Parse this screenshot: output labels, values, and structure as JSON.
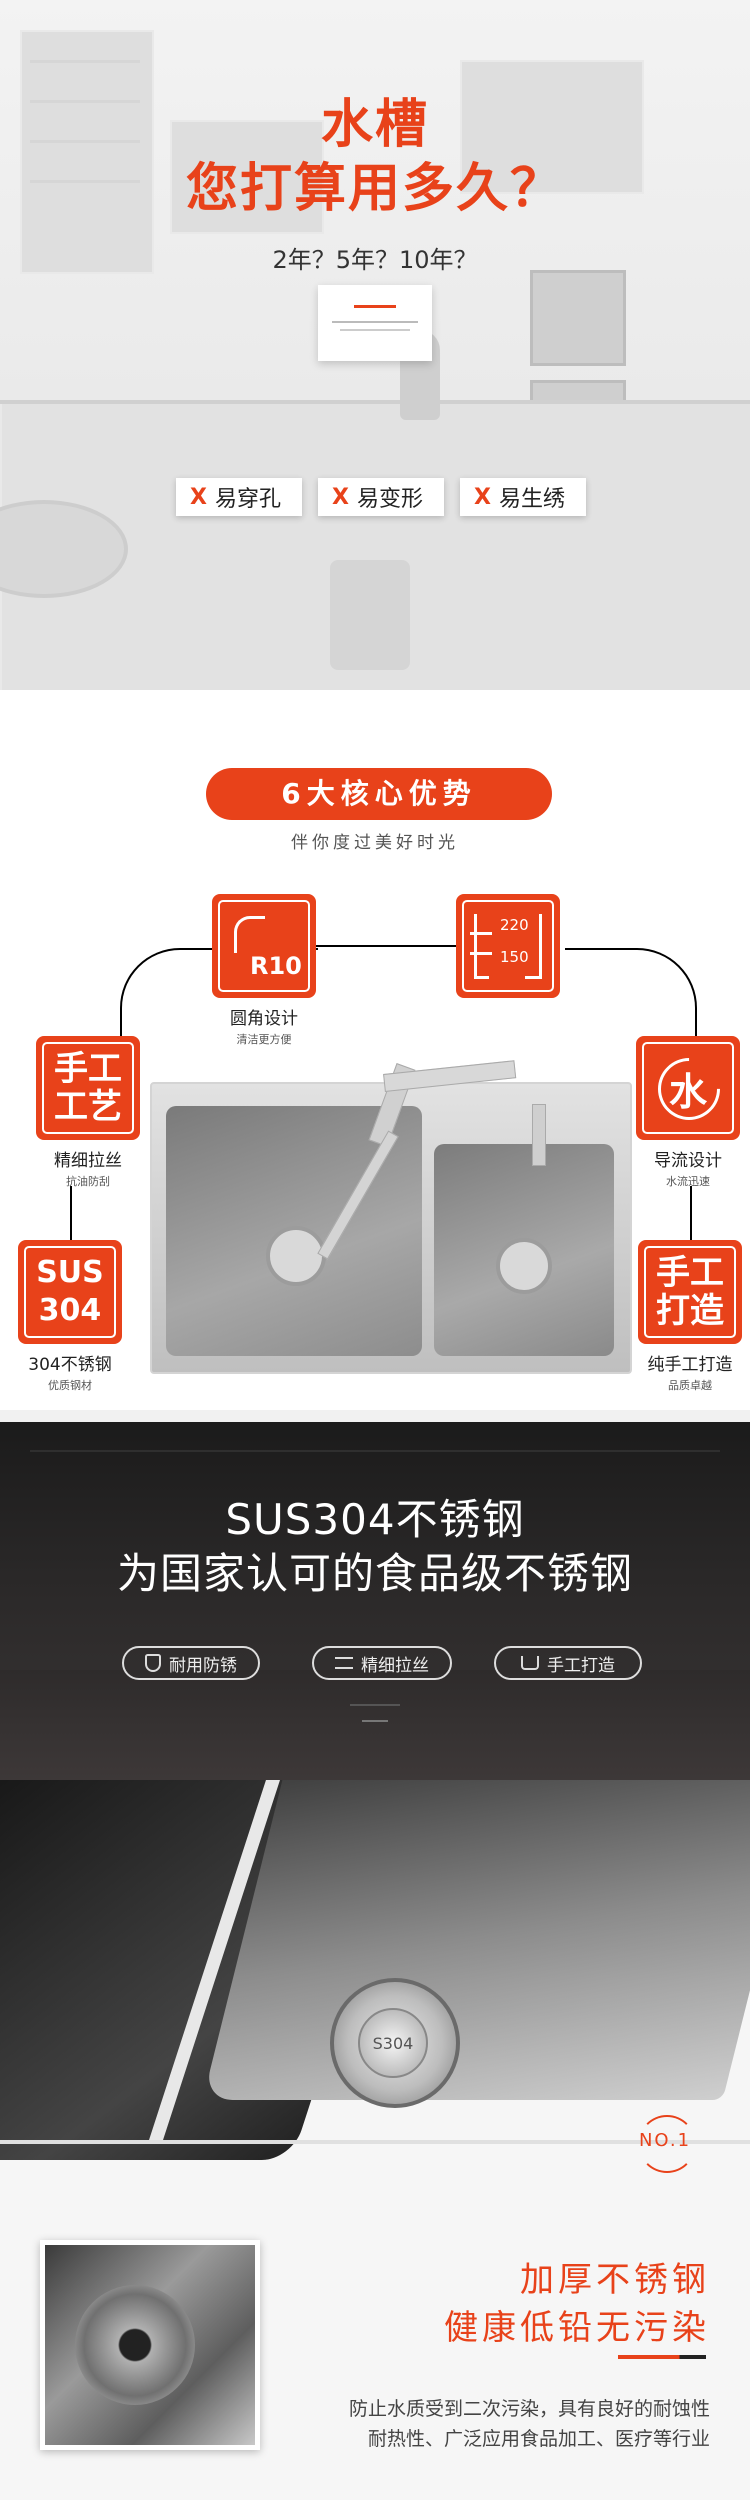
{
  "hero": {
    "title_line1": "水槽",
    "title_line2": "您打算用多久？",
    "subtitle": "2年？5年？10年？",
    "cons": [
      {
        "mark": "X",
        "text": "易穿孔"
      },
      {
        "mark": "X",
        "text": "易变形"
      },
      {
        "mark": "X",
        "text": "易生绣"
      }
    ]
  },
  "advantages": {
    "banner": "6大核心优势",
    "subtitle": "伴你度过美好时光",
    "items": [
      {
        "icon_text": "R10",
        "title": "圆角设计",
        "caption": "清洁更方便"
      },
      {
        "icon_text_top": "220",
        "icon_text_bottom": "150",
        "title": "",
        "caption": ""
      },
      {
        "icon_text": "手工\n工艺",
        "title": "精细拉丝",
        "caption": "抗油防刮"
      },
      {
        "icon_text": "水",
        "title": "导流设计",
        "caption": "水流迅速"
      },
      {
        "icon_text": "SUS\n304",
        "title": "304不锈钢",
        "caption": "优质钢材"
      },
      {
        "icon_text": "手工\n打造",
        "title": "纯手工打造",
        "caption": "品质卓越"
      }
    ]
  },
  "material": {
    "title_line1": "SUS304不锈钢",
    "title_line2": "为国家认可的食品级不锈钢",
    "badges": [
      {
        "icon": "shield-icon",
        "label": "耐用防锈"
      },
      {
        "icon": "lines-icon",
        "label": "精细拉丝"
      },
      {
        "icon": "basin-icon",
        "label": "手工打造"
      }
    ]
  },
  "feature_no1": {
    "badge": "NO.1",
    "drain_label": "S304",
    "title_line1": "加厚不锈钢",
    "title_line2": "健康低铅无污染",
    "desc_line1": "防止水质受到二次污染，具有良好的耐蚀性",
    "desc_line2": "耐热性、广泛应用食品加工、医疗等行业"
  },
  "colors": {
    "accent": "#e8421a",
    "dark": "#1a1a1a"
  }
}
